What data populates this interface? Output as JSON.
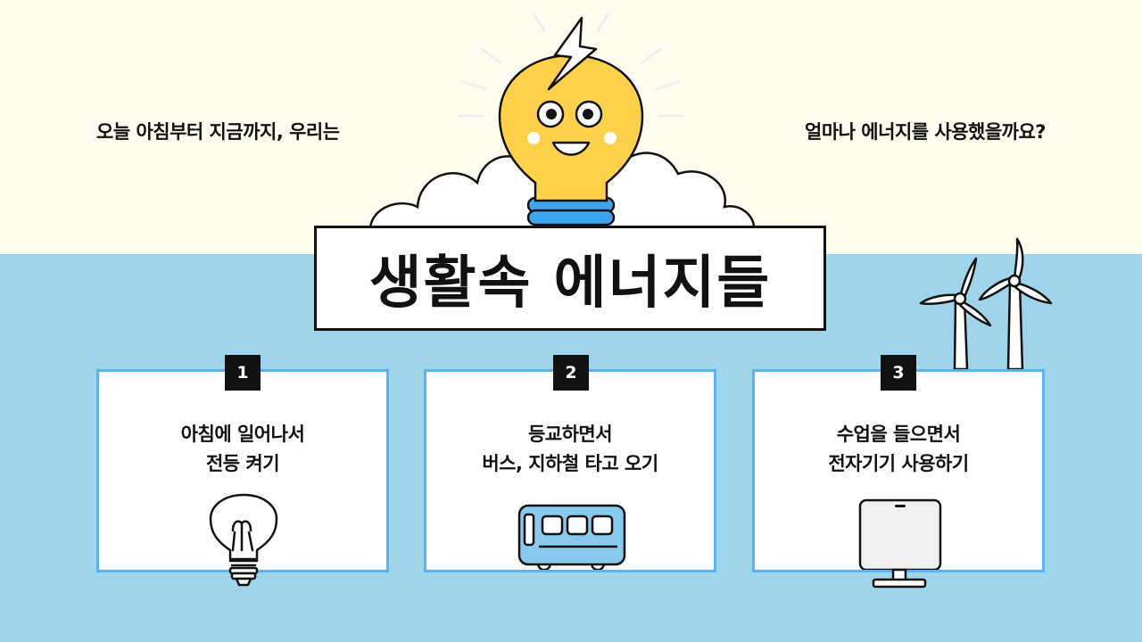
{
  "intro": {
    "left": "오늘 아침부터 지금까지, 우리는",
    "right": "얼마나 에너지를 사용했을까요?"
  },
  "title": "생활속 에너지들",
  "cards": [
    {
      "number": "1",
      "line1": "아침에 일어나서",
      "line2": "전등 켜기",
      "icon": "light-bulb-icon"
    },
    {
      "number": "2",
      "line1": "등교하면서",
      "line2": "버스, 지하철 타고 오기",
      "icon": "bus-icon"
    },
    {
      "number": "3",
      "line1": "수업을 들으면서",
      "line2": "전자기기 사용하기",
      "icon": "monitor-icon"
    }
  ],
  "colors": {
    "top_background": "#fdfcef",
    "bottom_background": "#a0d4ea",
    "card_border": "#5cb2f0",
    "bulb_yellow": "#ffd04a",
    "bulb_base_blue": "#3fa4ee",
    "bus_blue": "#8ac9ee"
  }
}
